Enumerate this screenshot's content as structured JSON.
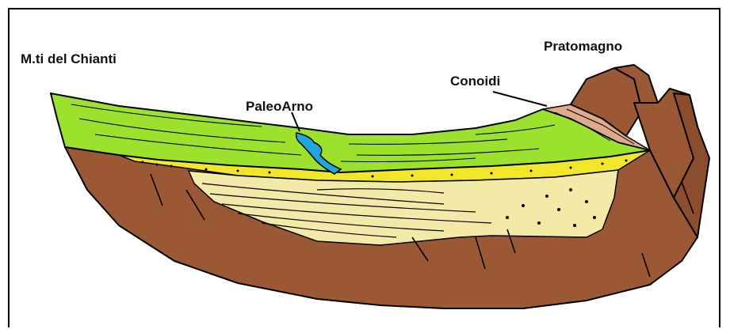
{
  "labels": {
    "chianti": "M.ti del Chianti",
    "paleoarno": "PaleoArno",
    "conoidi": "Conoidi",
    "pratomagno": "Pratomagno"
  },
  "colors": {
    "bedrock": "#9b5835",
    "valley_surface": "#9be12e",
    "river": "#1ea6df",
    "gravel_layer": "#f1e62a",
    "sand_clay": "#f3eaa8",
    "fan_deposits": "#dfa98b",
    "outline": "#000000"
  }
}
